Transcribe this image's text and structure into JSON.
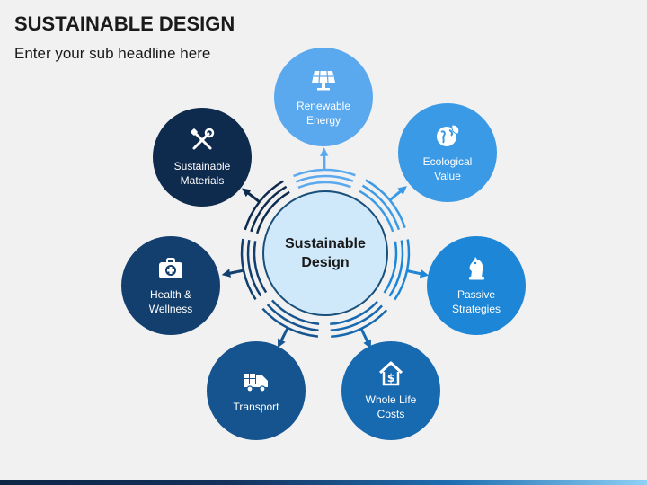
{
  "title": "SUSTAINABLE DESIGN",
  "subtitle": "Enter your sub headline here",
  "center": {
    "line1": "Sustainable",
    "line2": "Design"
  },
  "nodes": [
    {
      "line1": "Renewable",
      "line2": "Energy",
      "icon": "solar-panel-icon",
      "color": "#5aa9ee"
    },
    {
      "line1": "Ecological",
      "line2": "Value",
      "icon": "eco-globe-icon",
      "color": "#3a9ae6"
    },
    {
      "line1": "Passive",
      "line2": "Strategies",
      "icon": "chess-knight-icon",
      "color": "#1e86d6"
    },
    {
      "line1": "Whole Life",
      "line2": "Costs",
      "icon": "house-dollar-icon",
      "color": "#1769b0"
    },
    {
      "line1": "Transport",
      "line2": "",
      "icon": "truck-icon",
      "color": "#16548f"
    },
    {
      "line1": "Health &",
      "line2": "Wellness",
      "icon": "first-aid-kit-icon",
      "color": "#123f6d"
    },
    {
      "line1": "Sustainable",
      "line2": "Materials",
      "icon": "tools-icon",
      "color": "#0e2a4d"
    }
  ]
}
